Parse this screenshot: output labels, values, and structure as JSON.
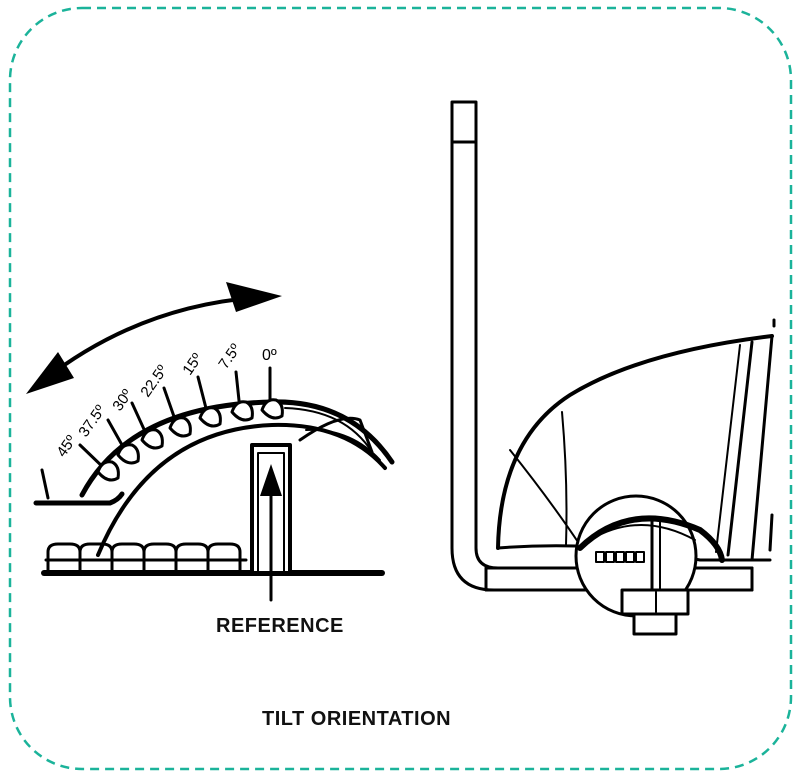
{
  "diagram": {
    "title": "TILT ORIENTATION",
    "reference_label": "REFERENCE",
    "angle_labels": [
      "45º",
      "37.5º",
      "30º",
      "22.5º",
      "15º",
      "7.5º",
      "0º"
    ],
    "colors": {
      "frame_border": "#1bb39a",
      "line": "#000000",
      "text": "#111111"
    }
  }
}
